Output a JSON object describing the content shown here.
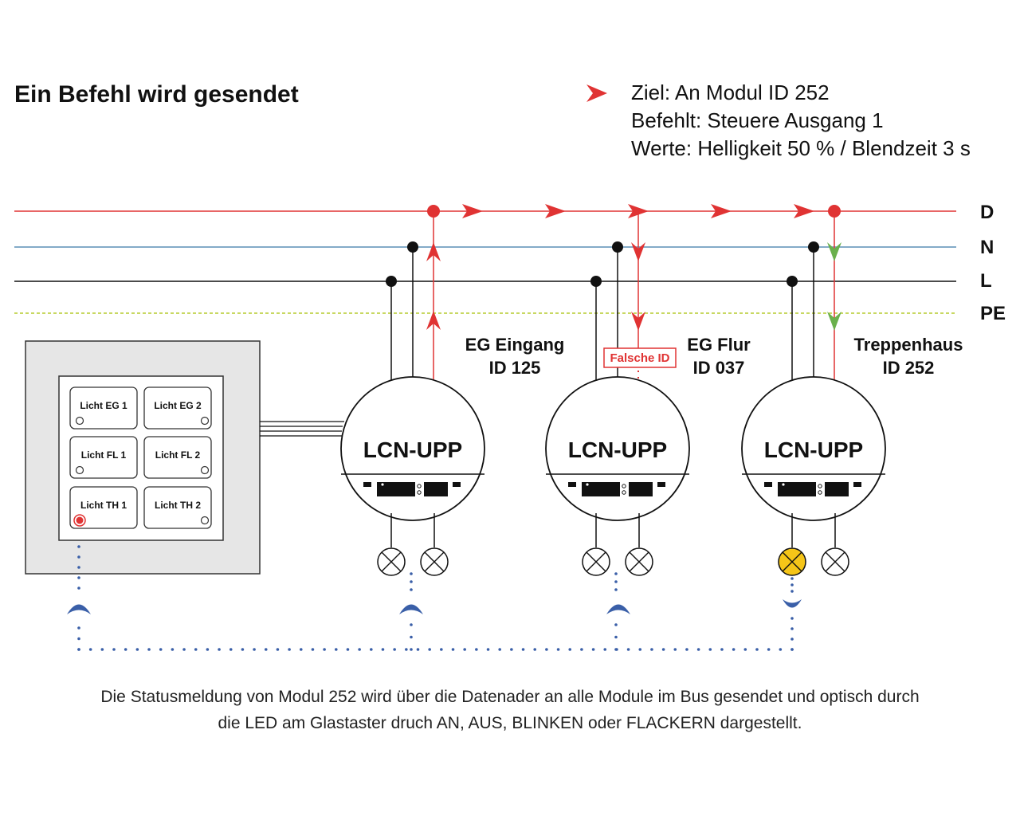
{
  "title": "Ein Befehl wird gesendet",
  "legend": {
    "lines": [
      "Ziel: An Modul ID 252",
      "Befehlt: Steuere Ausgang 1",
      "Werte: Helligkeit 50 % / Blendzeit 3 s"
    ],
    "arrow_color": "#e03333"
  },
  "bus_lines": [
    {
      "label": "D",
      "color": "#e03333"
    },
    {
      "label": "N",
      "color": "#5a8fb5"
    },
    {
      "label": "L",
      "color": "#111111"
    },
    {
      "label": "PE",
      "color": "#b5cc2e"
    }
  ],
  "modules": [
    {
      "name_line1": "EG Eingang",
      "name_line2": "ID 125",
      "device": "LCN-UPP",
      "lamp1_on": false
    },
    {
      "name_line1": "EG Flur",
      "name_line2": "ID 037",
      "device": "LCN-UPP",
      "lamp1_on": false
    },
    {
      "name_line1": "Treppenhaus",
      "name_line2": "ID 252",
      "device": "LCN-UPP",
      "lamp1_on": true
    }
  ],
  "falsche_id_label": "Falsche ID",
  "switch_panel": {
    "buttons": [
      "Licht EG 1",
      "Licht EG 2",
      "Licht FL 1",
      "Licht FL 2",
      "Licht TH 1",
      "Licht TH 2"
    ],
    "active_led_index": 4
  },
  "colors": {
    "data": "#e03333",
    "ack": "#6ab04c",
    "signal": "#3a5fa8",
    "lamp_on": "#f5c518",
    "panel_bg": "#e6e6e6"
  },
  "caption": {
    "line1": "Die Statusmeldung von Modul 252 wird über die Datenader an alle Module im Bus gesendet und optisch durch",
    "line2": "die LED am Glastaster druch AN, AUS, BLINKEN oder FLACKERN dargestellt."
  }
}
